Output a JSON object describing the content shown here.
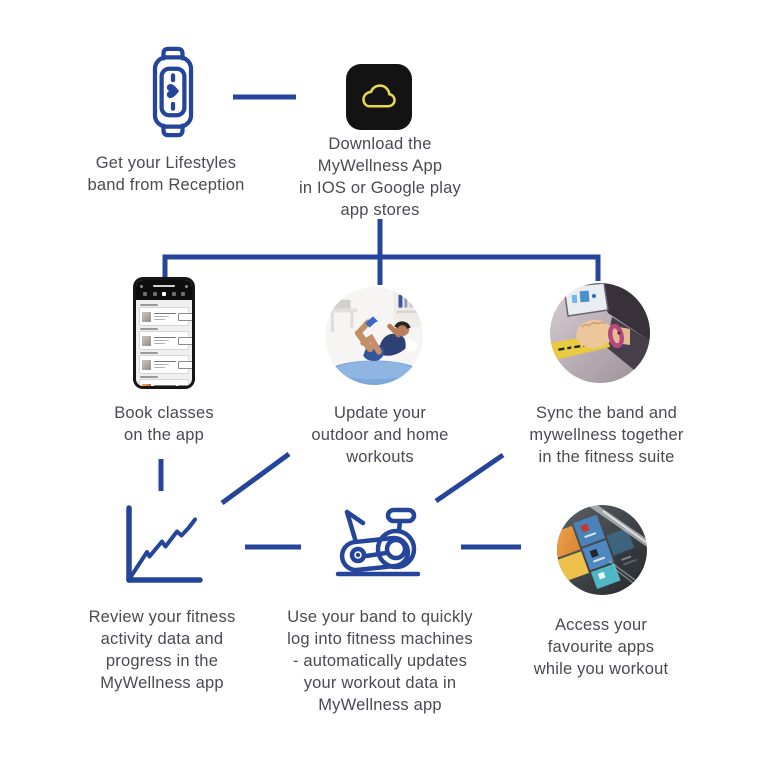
{
  "colors": {
    "line": "#24459A",
    "text": "#4A4B52",
    "app_bg": "#131313",
    "cloud": "#E5D94C"
  },
  "steps": {
    "get_band": {
      "icon": "fitness-band-icon",
      "label": "Get your Lifestyles\nband from Reception"
    },
    "download_app": {
      "icon": "cloud-app-icon",
      "label": "Download the\nMyWellness App\nin IOS or Google play\napp stores"
    },
    "book_classes": {
      "icon": "phone-booking-screenshot",
      "label": "Book classes\non the app"
    },
    "update_workouts": {
      "icon": "home-workout-photo",
      "label": "Update your\noutdoor and home\nworkouts"
    },
    "sync_band": {
      "icon": "band-sync-photo",
      "label": "Sync the band and\nmywellness together\nin the fitness suite"
    },
    "review_progress": {
      "icon": "progress-chart-icon",
      "label": "Review your fitness\nactivity data and\nprogress in the\nMyWellness app"
    },
    "log_into_machines": {
      "icon": "exercise-bike-icon",
      "label": "Use your band to quickly\nlog into fitness machines\n- automatically updates\nyour workout data in\nMyWellness app"
    },
    "access_apps": {
      "icon": "equipment-touchscreen-photo",
      "label": "Access your\nfavourite apps\nwhile you workout"
    }
  }
}
